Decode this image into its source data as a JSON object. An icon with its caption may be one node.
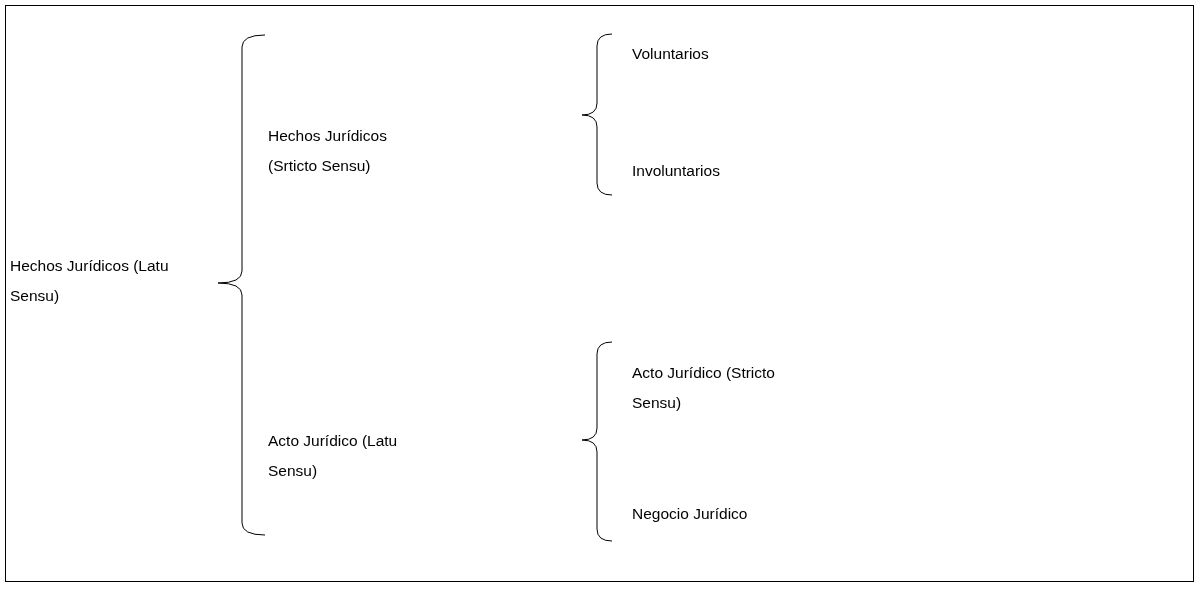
{
  "diagram": {
    "labels": [
      "Voluntarios",
      "Hechos Jurídicos (Srticto Sensu)",
      "Involuntarios",
      "Hechos Jurídicos (Latu Sensu)",
      "Acto Jurídico (Stricto Sensu)",
      "Acto Jurídico (Latu Sensu)",
      "Negocio Jurídico"
    ]
  }
}
